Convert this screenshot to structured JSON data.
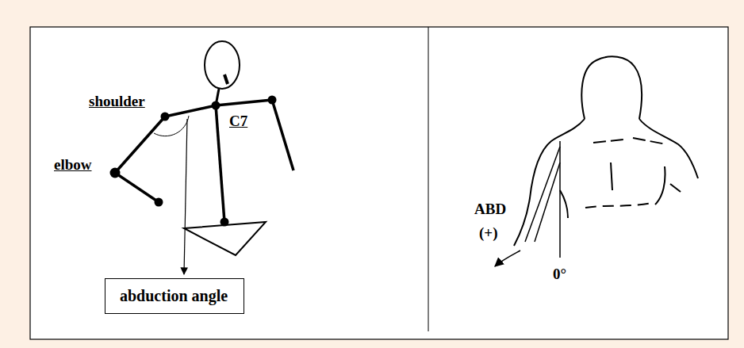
{
  "diagram": {
    "nodes": [
      {
        "text": [
          "abduction angle"
        ]
      }
    ],
    "labels": [
      "shoulder",
      "C7",
      "elbow",
      "ABD",
      "(+)",
      "0°"
    ]
  }
}
